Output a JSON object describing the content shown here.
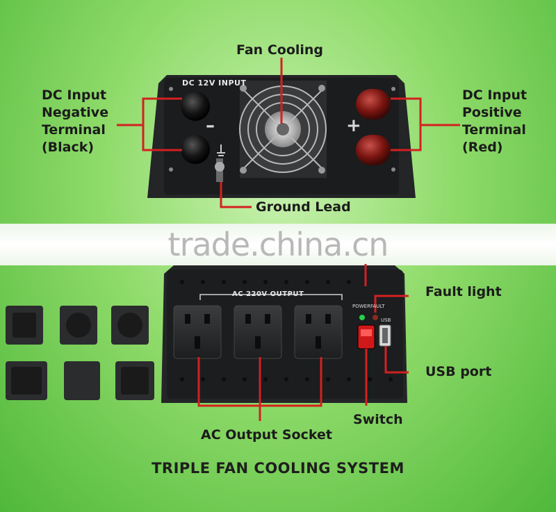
{
  "top_panel": {
    "input_label": "DC 12V INPUT",
    "minus_sign": "–",
    "plus_sign": "+"
  },
  "bottom_panel": {
    "output_label": "AC  220V  OUTPUT",
    "power_label": "POWER",
    "fault_label": "FAULT",
    "usb_label": "USB"
  },
  "callouts": {
    "fan_cooling": "Fan Cooling",
    "dc_negative": "DC Input\nNegative\nTerminal\n(Black)",
    "dc_positive": "DC Input\nPositive\nTerminal\n(Red)",
    "ground_lead": "Ground Lead",
    "fault_light": "Fault light",
    "usb_port": "USB port",
    "switch": "Switch",
    "ac_output_socket": "AC Output Socket"
  },
  "watermark": "trade.china.cn",
  "footer_title": "TRIPLE FAN COOLING SYSTEM",
  "colors": {
    "callout_line": "#d42020",
    "panel": "#1e2022",
    "background": "#8fdb6a"
  }
}
